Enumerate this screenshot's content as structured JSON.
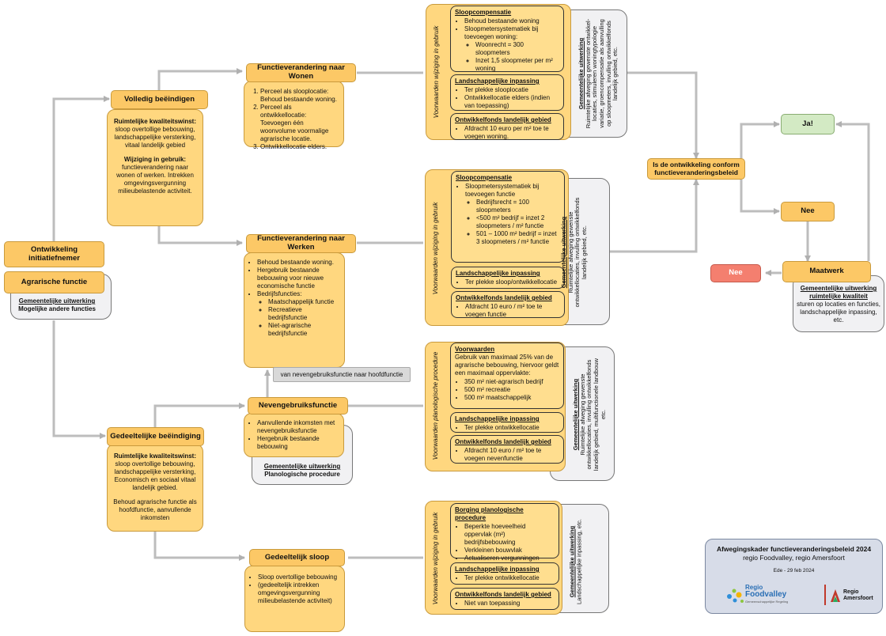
{
  "start": {
    "title": "Ontwikkeling initiatiefnemer",
    "subtitle": "Agrarische functie",
    "note_title": "Gemeentelijke uitwerking",
    "note_text": "Mogelijke andere functies"
  },
  "full_end": {
    "title": "Volledig beëindigen",
    "block1_title": "Ruimtelijke kwaliteitswinst:",
    "block1_text": "sloop overtollige bebouwing, landschappelijke versterking, vitaal landelijk gebied",
    "block2_title": "Wijziging in gebruik:",
    "block2_text": "functieverandering naar wonen of werken. Intrekken omgevingsvergunning milieubelastende activiteit."
  },
  "wonen": {
    "title": "Functieverandering naar Wonen",
    "items": [
      "Perceel als slooplocatie: Behoud bestaande woning.",
      "Perceel als ontwikkellocatie: Toevoegen één woonvolume voormalige agrarische locatie.",
      "Ontwikkellocatie elders."
    ]
  },
  "wonen_cond": {
    "side_label": "Voorwaarden wijziging in gebruik",
    "sloop_title": "Sloopcompensatie",
    "sloop_items": [
      "Behoud bestaande woning",
      "Sloopmetersystematiek bij toevoegen woning:"
    ],
    "sloop_sub": [
      "Woonrecht = 300 sloopmeters",
      "Inzet 1,5 sloopmeter per m² woning"
    ],
    "land_title": "Landschappelijke inpassing",
    "land_items": [
      "Ter plekke slooplocatie",
      "Ontwikkellocatie elders (indien van toepassing)"
    ],
    "fonds_title": "Ontwikkelfonds landelijk gebied",
    "fonds_items": [
      "Afdracht 10 euro per m² toe te voegen woning."
    ],
    "gem_title": "Gemeentelijke uitwerking",
    "gem_text": "Ruimtelijke afweging gewenste ontwikkel-locaties, stimuleren woningtypologie variatie, groencompensatie als aanvulling op sloopmeters, invulling ontwikkelfonds landelijk gebied, etc."
  },
  "werken": {
    "title": "Functieverandering  naar Werken",
    "items": [
      "Behoud bestaande woning.",
      "Hergebruik bestaande bebouwing voor nieuwe economische functie",
      "Bedrijfsfuncties:"
    ],
    "sub": [
      "Maatschappelijk functie",
      "Recreatieve bedrijfsfunctie",
      "Niet-agrarische bedrijfsfunctie"
    ]
  },
  "werken_cond": {
    "side_label": "Voorwaarden wijziging in gebruik",
    "sloop_title": "Sloopcompensatie",
    "sloop_items": [
      "Sloopmetersystematiek bij toevoegen functie"
    ],
    "sloop_sub": [
      "Bedrijfsrecht = 100 sloopmeters",
      "<500 m² bedrijf = inzet 2 sloopmeters / m² functie",
      "501 – 1000 m² bedrijf = inzet 3 sloopmeters / m² functie"
    ],
    "land_title": "Landschappelijke inpassing",
    "land_items": [
      "Ter plekke sloop/ontwikkellocatie"
    ],
    "fonds_title": "Ontwikkelfonds landelijk gebied",
    "fonds_items": [
      "Afdracht 10 euro / m² toe te voegen functie"
    ],
    "gem_title": "Gemeentelijke uitwerking",
    "gem_text": "Ruimtelijke afweging gewenste ontwikkellocaties, invulling ontwikkelfonds landelijk gebied, etc."
  },
  "neven_arrow": "van nevengebruiksfunctie naar hoofdfunctie",
  "neven": {
    "title": "Nevengebruiksfunctie",
    "items": [
      "Aanvullende inkomsten met nevengebruiksfunctie",
      "Hergebruik bestaande bebouwing"
    ],
    "note_title": "Gemeentelijke uitwerking",
    "note_text": "Planologische procedure"
  },
  "neven_cond": {
    "side_label": "Voorwaarden planologische procedure",
    "voor_title": "Voorwaarden",
    "voor_text": "Gebruik van maximaal 25% van de agrarische bebouwing, hiervoor geldt een maximaal oppervlakte:",
    "voor_items": [
      "350 m² niet-agrarisch bedrijf",
      "500 m² recreatie",
      "500 m² maatschappelijk"
    ],
    "land_title": "Landschappelijke inpassing",
    "land_items": [
      "Ter plekke ontwikkellocatie"
    ],
    "fonds_title": "Ontwikkelfonds landelijk gebied",
    "fonds_items": [
      "Afdracht 10 euro / m² toe te voegen nevenfunctie"
    ],
    "gem_title": "Gemeentelijke uitwerking",
    "gem_text": "Ruimtelijke afweging gewenste ontwikkellocaties, invulling ontwikkelfonds landelijk gebied, multifunctionele landbouw etc."
  },
  "partial_end": {
    "title": "Gedeeltelijke beëindiging",
    "block1_title": "Ruimtelijke kwaliteitswinst:",
    "block1_text": "sloop overtollige bebouwing, landschappelijke versterking, Economisch en sociaal vitaal landelijk gebied.",
    "block2_text": "Behoud agrarische functie als hoofdfunctie, aanvullende inkomsten"
  },
  "partial_sloop": {
    "title": "Gedeeltelijk sloop",
    "items": [
      "Sloop overtollige bebouwing",
      "(gedeeltelijk intrekken omgevingsvergunning milieubelastende activiteit)"
    ]
  },
  "sloop_cond": {
    "side_label": "Voorwaarden wijziging in gebruik",
    "borg_title": "Borging planologische procedure",
    "borg_items": [
      "Beperkte hoeveelheid oppervlak (m²) bedrijfsbebouwing",
      "Verkleinen bouwvlak",
      "Actualiseren vergunningen"
    ],
    "land_title": "Landschappelijke inpassing",
    "land_items": [
      "Ter plekke ontwikkellocatie"
    ],
    "fonds_title": "Ontwikkelfonds landelijk gebied",
    "fonds_items": [
      "Niet van toepassing"
    ],
    "gem_title": "Gemeentelijke uitwerking",
    "gem_text": "Landschappelijke inpassing, etc."
  },
  "decision": {
    "question": "Is de ontwikkeling conform functieveranderingsbeleid",
    "yes": "Ja!",
    "no": "Nee",
    "maatwerk": "Maatwerk",
    "no_final": "Nee",
    "maat_note_title": "Gemeentelijke uitwerking ruimtelijke kwaliteit",
    "maat_note_text": "sturen op locaties en functies, landschappelijke inpassing, etc."
  },
  "info": {
    "title": "Afwegingskader functieveranderingsbeleid 2024",
    "subtitle": "regio Foodvalley, regio Amersfoort",
    "date": "Ede - 29 feb 2024",
    "logo1_main": "Regio",
    "logo1_brand": "Foodvalley",
    "logo1_sub": "Gemeenschappelijke Regeling",
    "logo2_line1": "Regio",
    "logo2_line2": "Amersfoort"
  },
  "colors": {
    "header": "#fcc866",
    "panel": "#ffd77f",
    "grey": "#f1f1f3",
    "yes": "#d3eac4",
    "no_final": "#f47f6f",
    "info_bg": "#d7dce8",
    "wire": "#b7b7b7"
  }
}
